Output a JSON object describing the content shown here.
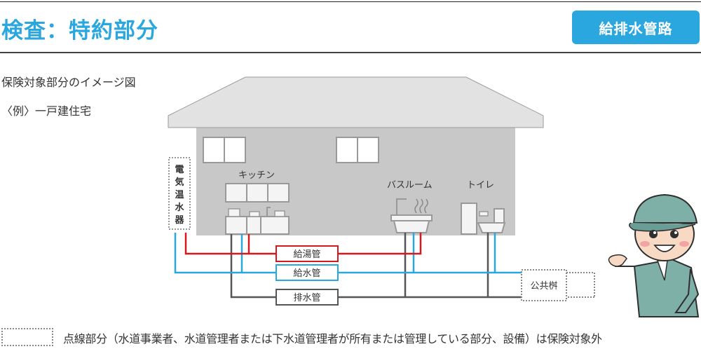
{
  "header": {
    "title": "検査：特約部分",
    "badge": "給排水管路"
  },
  "captions": {
    "image_label": "保険対象部分のイメージ図",
    "example": "〈例〉一戸建住宅"
  },
  "rooms": {
    "kitchen": "キッチン",
    "bathroom": "バスルーム",
    "toilet": "トイレ"
  },
  "water_heater": [
    "電",
    "気",
    "温",
    "水",
    "器"
  ],
  "pipes": {
    "hot_water": "給湯管",
    "water_supply": "給水管",
    "drain": "排水管",
    "public_basin": "公共桝"
  },
  "colors": {
    "accent": "#2aa7de",
    "hot_pipe": "#d7191f",
    "water_pipe": "#2aa7de",
    "drain_pipe": "#555555",
    "house_wall": "#c8c8c8",
    "roof": "#e4e4e4"
  },
  "legend": {
    "text": "点線部分（水道事業者、水道管理者または下水道管理者が所有または管理している部分、設備）は保険対象外"
  }
}
